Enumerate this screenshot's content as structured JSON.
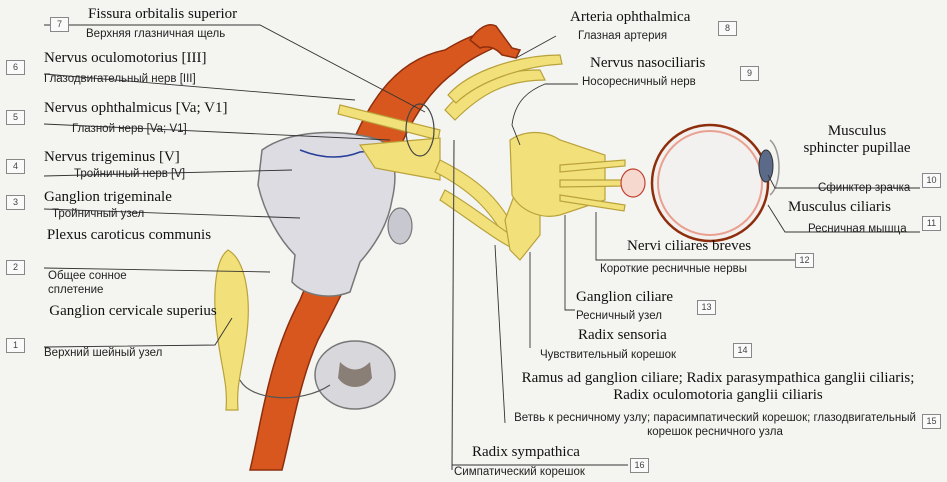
{
  "labels": [
    {
      "n": "1",
      "latin": "Ganglion cervicale superius",
      "russian": "Верхний шейный узел"
    },
    {
      "n": "2",
      "latin": "Plexus caroticus communis",
      "russian": "Общее сонное сплетение"
    },
    {
      "n": "3",
      "latin": "Ganglion trigeminale",
      "russian": "Тройничный узел"
    },
    {
      "n": "4",
      "latin": "Nervus trigeminus [V]",
      "russian": "Тройничный нерв [V]"
    },
    {
      "n": "5",
      "latin": "Nervus ophthalmicus [Va; V1]",
      "russian": "Глазной нерв [Va; V1]"
    },
    {
      "n": "6",
      "latin": "Nervus oculomotorius [III]",
      "russian": "Глазодвигательный нерв [III]"
    },
    {
      "n": "7",
      "latin": "Fissura orbitalis superior",
      "russian": "Верхняя глазничная щель"
    },
    {
      "n": "8",
      "latin": "Arteria ophthalmica",
      "russian": "Глазная артерия"
    },
    {
      "n": "9",
      "latin": "Nervus nasociliaris",
      "russian": "Носоресничный нерв"
    },
    {
      "n": "10",
      "latin": "Musculus sphincter pupillae",
      "russian": "Сфинктер зрачка"
    },
    {
      "n": "11",
      "latin": "Musculus ciliaris",
      "russian": "Ресничная мышца"
    },
    {
      "n": "12",
      "latin": "Nervi ciliares breves",
      "russian": "Короткие ресничные нервы"
    },
    {
      "n": "13",
      "latin": "Ganglion ciliare",
      "russian": "Ресничный узел"
    },
    {
      "n": "14",
      "latin": "Radix sensoria",
      "russian": "Чувствительный корешок"
    },
    {
      "n": "15",
      "latin": "Ramus ad ganglion ciliare; Radix parasympathica ganglii ciliaris; Radix oculomotoria ganglii ciliaris",
      "russian": "Ветвь к ресничному узлу; парасимпатический корешок; глазодвигательный корешок ресничного узла"
    },
    {
      "n": "16",
      "latin": "Radix sympathica",
      "russian": "Симпатический корешок"
    }
  ],
  "colors": {
    "nerve": "#f2e07a",
    "nerve_edge": "#b9a23a",
    "artery": "#d8571f",
    "artery_edge": "#8e2e0c",
    "ganglion": "#dcdce2",
    "leader": "#333333"
  }
}
